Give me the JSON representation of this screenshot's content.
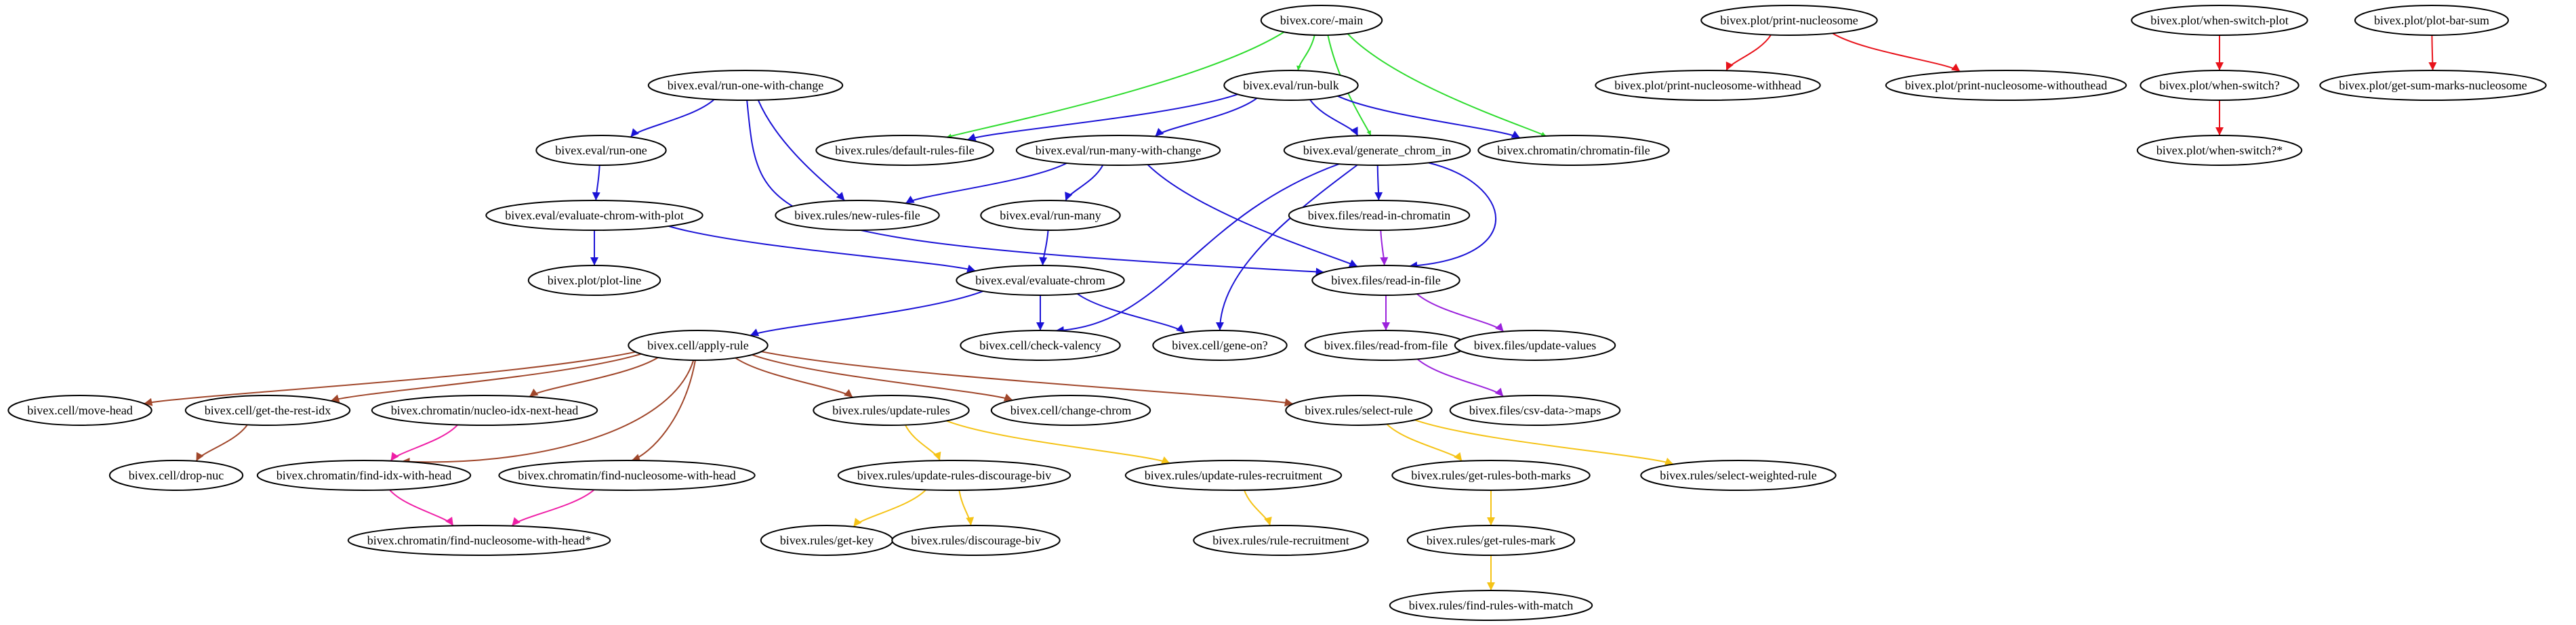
{
  "colors": {
    "green": "#2ddc2d",
    "blue": "#1a12d6",
    "red": "#e8121a",
    "purple": "#9b22dc",
    "brown": "#a0462a",
    "magenta": "#ef1ea6",
    "gold": "#f5c316"
  },
  "nodes": [
    {
      "id": "core_main",
      "label": "bivex.core/-main"
    },
    {
      "id": "run_one_with_change",
      "label": "bivex.eval/run-one-with-change"
    },
    {
      "id": "run_bulk",
      "label": "bivex.eval/run-bulk"
    },
    {
      "id": "default_rules_file",
      "label": "bivex.rules/default-rules-file"
    },
    {
      "id": "run_many_with_change",
      "label": "bivex.eval/run-many-with-change"
    },
    {
      "id": "generate_chrom_in",
      "label": "bivex.eval/generate_chrom_in"
    },
    {
      "id": "chromatin_file",
      "label": "bivex.chromatin/chromatin-file"
    },
    {
      "id": "run_one",
      "label": "bivex.eval/run-one"
    },
    {
      "id": "new_rules_file",
      "label": "bivex.rules/new-rules-file"
    },
    {
      "id": "evaluate_chrom_with_plot",
      "label": "bivex.eval/evaluate-chrom-with-plot"
    },
    {
      "id": "run_many",
      "label": "bivex.eval/run-many"
    },
    {
      "id": "read_in_chromatin",
      "label": "bivex.files/read-in-chromatin"
    },
    {
      "id": "plot_line",
      "label": "bivex.plot/plot-line"
    },
    {
      "id": "evaluate_chrom",
      "label": "bivex.eval/evaluate-chrom"
    },
    {
      "id": "read_in_file",
      "label": "bivex.files/read-in-file"
    },
    {
      "id": "apply_rule",
      "label": "bivex.cell/apply-rule"
    },
    {
      "id": "check_valency",
      "label": "bivex.cell/check-valency"
    },
    {
      "id": "gene_on",
      "label": "bivex.cell/gene-on?"
    },
    {
      "id": "read_from_file",
      "label": "bivex.files/read-from-file"
    },
    {
      "id": "update_values",
      "label": "bivex.files/update-values"
    },
    {
      "id": "move_head",
      "label": "bivex.cell/move-head"
    },
    {
      "id": "get_the_rest_idx",
      "label": "bivex.cell/get-the-rest-idx"
    },
    {
      "id": "nucleo_idx_next_head",
      "label": "bivex.chromatin/nucleo-idx-next-head"
    },
    {
      "id": "update_rules",
      "label": "bivex.rules/update-rules"
    },
    {
      "id": "change_chrom",
      "label": "bivex.cell/change-chrom"
    },
    {
      "id": "select_rule",
      "label": "bivex.rules/select-rule"
    },
    {
      "id": "csv_data_maps",
      "label": "bivex.files/csv-data->maps"
    },
    {
      "id": "drop_nuc",
      "label": "bivex.cell/drop-nuc"
    },
    {
      "id": "find_idx_with_head",
      "label": "bivex.chromatin/find-idx-with-head"
    },
    {
      "id": "find_nucleosome_with_head",
      "label": "bivex.chromatin/find-nucleosome-with-head"
    },
    {
      "id": "update_rules_discourage_biv",
      "label": "bivex.rules/update-rules-discourage-biv"
    },
    {
      "id": "update_rules_recruitment",
      "label": "bivex.rules/update-rules-recruitment"
    },
    {
      "id": "get_rules_both_marks",
      "label": "bivex.rules/get-rules-both-marks"
    },
    {
      "id": "select_weighted_rule",
      "label": "bivex.rules/select-weighted-rule"
    },
    {
      "id": "find_nucleosome_with_head_star",
      "label": "bivex.chromatin/find-nucleosome-with-head*"
    },
    {
      "id": "get_key",
      "label": "bivex.rules/get-key"
    },
    {
      "id": "discourage_biv",
      "label": "bivex.rules/discourage-biv"
    },
    {
      "id": "rule_recruitment",
      "label": "bivex.rules/rule-recruitment"
    },
    {
      "id": "get_rules_mark",
      "label": "bivex.rules/get-rules-mark"
    },
    {
      "id": "find_rules_with_match",
      "label": "bivex.rules/find-rules-with-match"
    },
    {
      "id": "print_nucleosome",
      "label": "bivex.plot/print-nucleosome"
    },
    {
      "id": "print_nucleosome_withhead",
      "label": "bivex.plot/print-nucleosome-withhead"
    },
    {
      "id": "print_nucleosome_withouthead",
      "label": "bivex.plot/print-nucleosome-withouthead"
    },
    {
      "id": "when_switch_plot",
      "label": "bivex.plot/when-switch-plot"
    },
    {
      "id": "when_switch",
      "label": "bivex.plot/when-switch?"
    },
    {
      "id": "when_switch_star",
      "label": "bivex.plot/when-switch?*"
    },
    {
      "id": "plot_bar_sum",
      "label": "bivex.plot/plot-bar-sum"
    },
    {
      "id": "get_sum_marks_nucleosome",
      "label": "bivex.plot/get-sum-marks-nucleosome"
    }
  ],
  "edges": [
    {
      "from": "core_main",
      "to": "run_bulk",
      "color": "green"
    },
    {
      "from": "core_main",
      "to": "default_rules_file",
      "color": "green"
    },
    {
      "from": "core_main",
      "to": "generate_chrom_in",
      "color": "green"
    },
    {
      "from": "core_main",
      "to": "chromatin_file",
      "color": "green"
    },
    {
      "from": "run_bulk",
      "to": "default_rules_file",
      "color": "blue"
    },
    {
      "from": "run_bulk",
      "to": "run_many_with_change",
      "color": "blue"
    },
    {
      "from": "run_bulk",
      "to": "generate_chrom_in",
      "color": "blue"
    },
    {
      "from": "run_bulk",
      "to": "chromatin_file",
      "color": "blue"
    },
    {
      "from": "run_one_with_change",
      "to": "run_one",
      "color": "blue"
    },
    {
      "from": "run_one_with_change",
      "to": "new_rules_file",
      "color": "blue"
    },
    {
      "from": "run_one_with_change",
      "to": "read_in_file",
      "color": "blue"
    },
    {
      "from": "run_many_with_change",
      "to": "new_rules_file",
      "color": "blue"
    },
    {
      "from": "run_many_with_change",
      "to": "run_many",
      "color": "blue"
    },
    {
      "from": "run_many_with_change",
      "to": "read_in_file",
      "color": "blue"
    },
    {
      "from": "generate_chrom_in",
      "to": "read_in_chromatin",
      "color": "blue"
    },
    {
      "from": "generate_chrom_in",
      "to": "read_in_file",
      "color": "blue"
    },
    {
      "from": "generate_chrom_in",
      "to": "check_valency",
      "color": "blue"
    },
    {
      "from": "generate_chrom_in",
      "to": "gene_on",
      "color": "blue"
    },
    {
      "from": "run_one",
      "to": "evaluate_chrom_with_plot",
      "color": "blue"
    },
    {
      "from": "evaluate_chrom_with_plot",
      "to": "plot_line",
      "color": "blue"
    },
    {
      "from": "evaluate_chrom_with_plot",
      "to": "evaluate_chrom",
      "color": "blue"
    },
    {
      "from": "run_many",
      "to": "evaluate_chrom",
      "color": "blue"
    },
    {
      "from": "evaluate_chrom",
      "to": "apply_rule",
      "color": "blue"
    },
    {
      "from": "evaluate_chrom",
      "to": "check_valency",
      "color": "blue"
    },
    {
      "from": "evaluate_chrom",
      "to": "gene_on",
      "color": "blue"
    },
    {
      "from": "read_in_chromatin",
      "to": "read_in_file",
      "color": "purple"
    },
    {
      "from": "read_in_file",
      "to": "read_from_file",
      "color": "purple"
    },
    {
      "from": "read_in_file",
      "to": "update_values",
      "color": "purple"
    },
    {
      "from": "read_from_file",
      "to": "csv_data_maps",
      "color": "purple"
    },
    {
      "from": "apply_rule",
      "to": "move_head",
      "color": "brown"
    },
    {
      "from": "apply_rule",
      "to": "get_the_rest_idx",
      "color": "brown"
    },
    {
      "from": "apply_rule",
      "to": "nucleo_idx_next_head",
      "color": "brown"
    },
    {
      "from": "apply_rule",
      "to": "update_rules",
      "color": "brown"
    },
    {
      "from": "apply_rule",
      "to": "change_chrom",
      "color": "brown"
    },
    {
      "from": "apply_rule",
      "to": "select_rule",
      "color": "brown"
    },
    {
      "from": "apply_rule",
      "to": "find_idx_with_head",
      "color": "brown"
    },
    {
      "from": "apply_rule",
      "to": "find_nucleosome_with_head",
      "color": "brown"
    },
    {
      "from": "get_the_rest_idx",
      "to": "drop_nuc",
      "color": "brown"
    },
    {
      "from": "nucleo_idx_next_head",
      "to": "find_idx_with_head",
      "color": "magenta"
    },
    {
      "from": "find_idx_with_head",
      "to": "find_nucleosome_with_head_star",
      "color": "magenta"
    },
    {
      "from": "find_nucleosome_with_head",
      "to": "find_nucleosome_with_head_star",
      "color": "magenta"
    },
    {
      "from": "update_rules",
      "to": "update_rules_discourage_biv",
      "color": "gold"
    },
    {
      "from": "update_rules",
      "to": "update_rules_recruitment",
      "color": "gold"
    },
    {
      "from": "update_rules_discourage_biv",
      "to": "get_key",
      "color": "gold"
    },
    {
      "from": "update_rules_discourage_biv",
      "to": "discourage_biv",
      "color": "gold"
    },
    {
      "from": "update_rules_recruitment",
      "to": "rule_recruitment",
      "color": "gold"
    },
    {
      "from": "select_rule",
      "to": "get_rules_both_marks",
      "color": "gold"
    },
    {
      "from": "select_rule",
      "to": "select_weighted_rule",
      "color": "gold"
    },
    {
      "from": "get_rules_both_marks",
      "to": "get_rules_mark",
      "color": "gold"
    },
    {
      "from": "get_rules_mark",
      "to": "find_rules_with_match",
      "color": "gold"
    },
    {
      "from": "print_nucleosome",
      "to": "print_nucleosome_withhead",
      "color": "red"
    },
    {
      "from": "print_nucleosome",
      "to": "print_nucleosome_withouthead",
      "color": "red"
    },
    {
      "from": "when_switch_plot",
      "to": "when_switch",
      "color": "red"
    },
    {
      "from": "when_switch",
      "to": "when_switch_star",
      "color": "red"
    },
    {
      "from": "plot_bar_sum",
      "to": "get_sum_marks_nucleosome",
      "color": "red"
    }
  ]
}
